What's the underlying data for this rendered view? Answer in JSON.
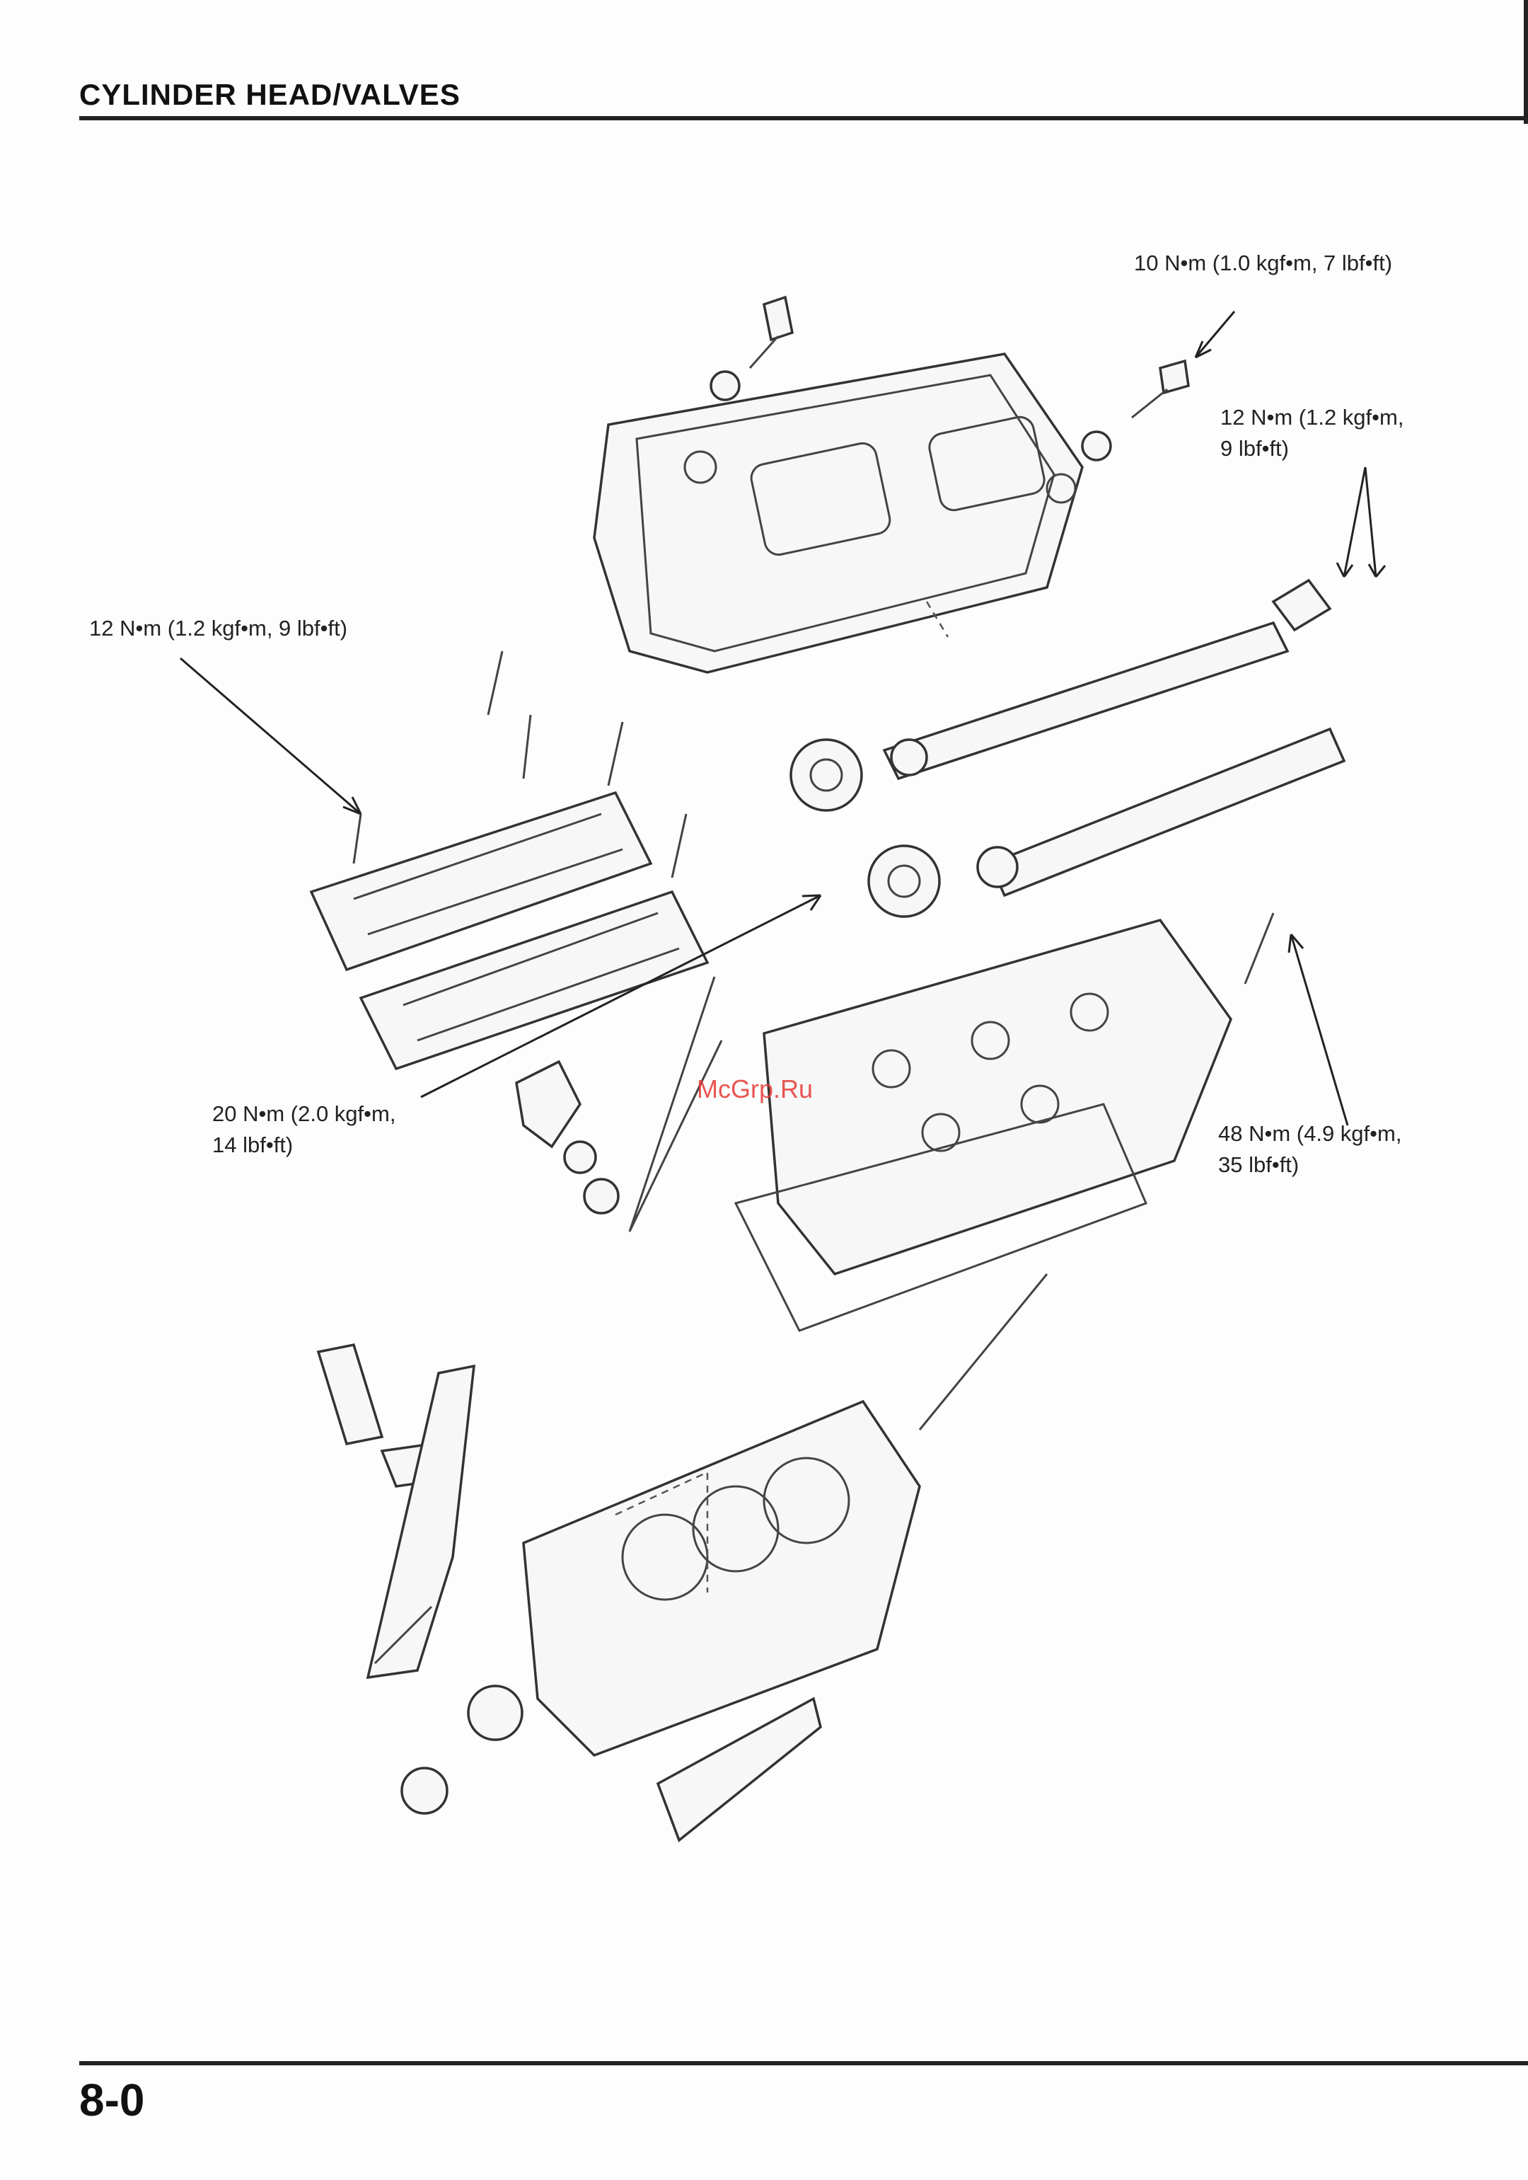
{
  "header": {
    "section_title": "CYLINDER HEAD/VALVES"
  },
  "callouts": {
    "cover_bolt": "10 N•m (1.0 kgf•m, 7 lbf•ft)",
    "cam_sprocket_bolt_line1": "12 N•m (1.2 kgf•m,",
    "cam_sprocket_bolt_line2": "9 lbf•ft)",
    "holder_bolt": "12 N•m (1.2 kgf•m, 9 lbf•ft)",
    "sprocket_bolt_line1": "20 N•m (2.0 kgf•m,",
    "sprocket_bolt_line2": "14 lbf•ft)",
    "head_bolt_line1": "48 N•m (4.9 kgf•m,",
    "head_bolt_line2": "35 lbf•ft)"
  },
  "watermark": "McGrp.Ru",
  "footer": {
    "page_number": "8-0"
  }
}
